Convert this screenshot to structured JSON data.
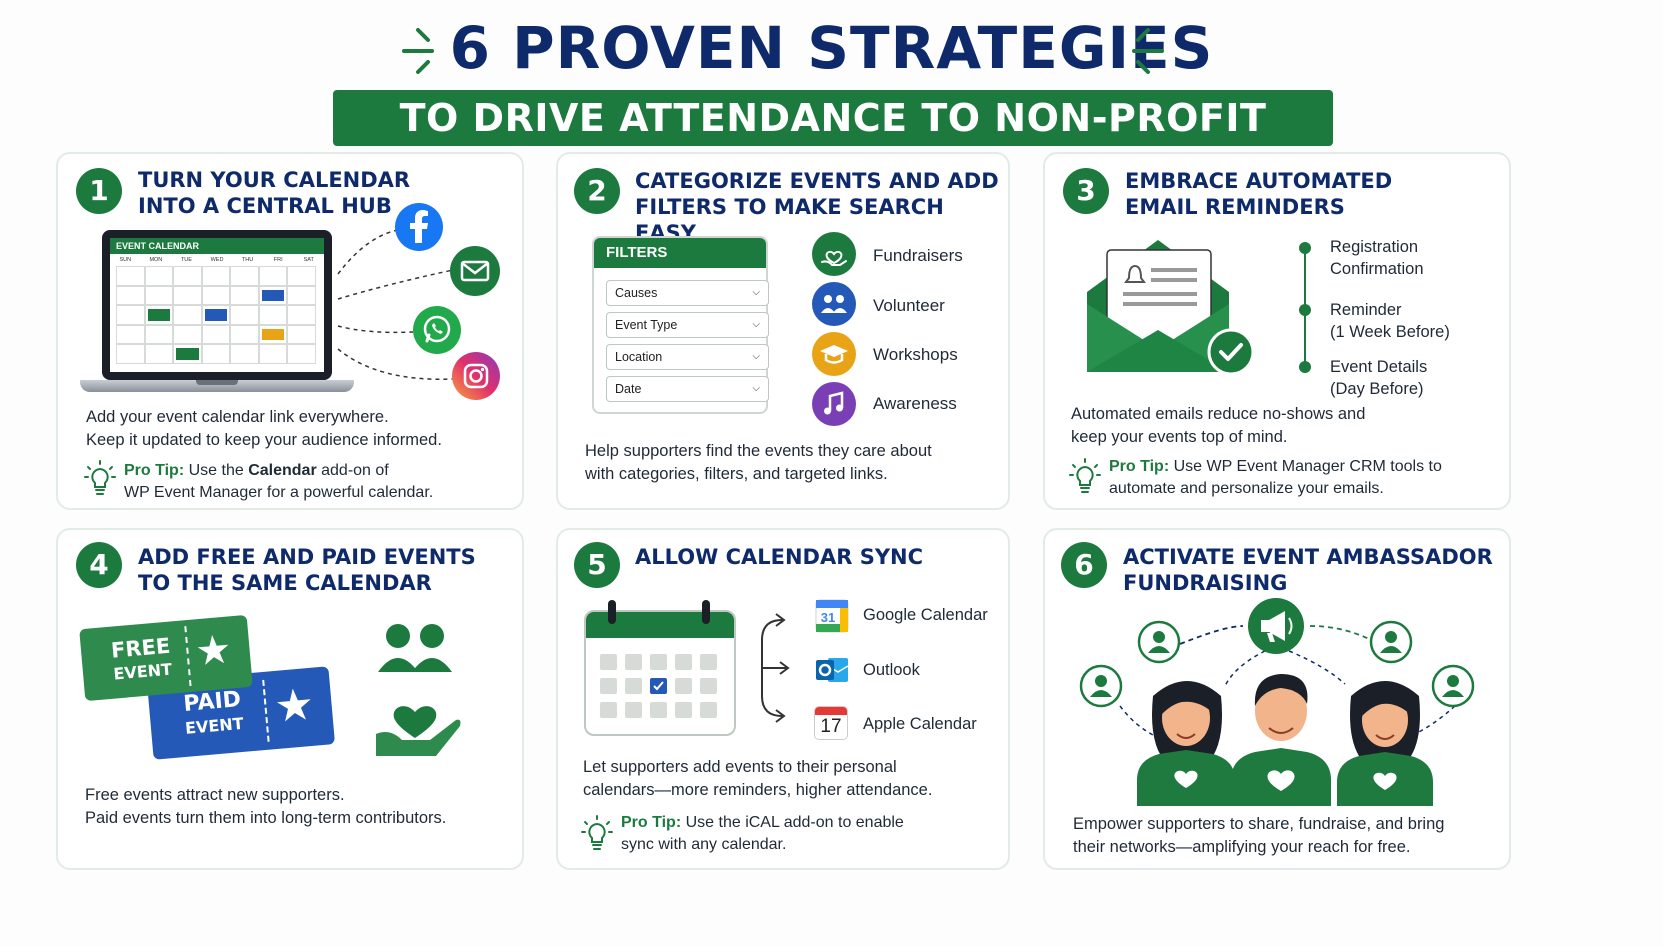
{
  "header": {
    "title": "6 PROVEN STRATEGIES",
    "subtitle": "TO DRIVE ATTENDANCE TO NON-PROFIT EVENTS"
  },
  "colors": {
    "green": "#1d7a3f",
    "navy": "#0e2a6b",
    "blue": "#2459b8",
    "orange": "#e8a317",
    "purple": "#7b3fb5"
  },
  "cards": [
    {
      "number": "1",
      "title_line1": "TURN YOUR CALENDAR",
      "title_line2": "INTO A CENTRAL HUB",
      "laptop_label": "EVENT CALENDAR",
      "weekdays": [
        "SUN",
        "MON",
        "TUE",
        "WED",
        "THU",
        "FRI",
        "SAT"
      ],
      "social_icons": [
        "facebook-icon",
        "email-icon",
        "whatsapp-icon",
        "instagram-icon"
      ],
      "body_line1": "Add your event calendar link everywhere.",
      "body_line2": "Keep it updated to keep your audience informed.",
      "tip_label": "Pro Tip:",
      "tip_pre": "Use the",
      "tip_bold": "Calendar",
      "tip_post": "add-on of",
      "tip_line2": "WP Event Manager for a powerful calendar."
    },
    {
      "number": "2",
      "title_line1": "CATEGORIZE EVENTS AND ADD",
      "title_line2": "FILTERS TO MAKE SEARCH EASY",
      "filters_title": "FILTERS",
      "filters": [
        "Causes",
        "Event Type",
        "Location",
        "Date"
      ],
      "categories": [
        "Fundraisers",
        "Volunteer",
        "Workshops",
        "Awareness"
      ],
      "body_line1": "Help supporters find the events they care about",
      "body_line2": "with categories, filters, and targeted links."
    },
    {
      "number": "3",
      "title_line1": "EMBRACE AUTOMATED",
      "title_line2": "EMAIL REMINDERS",
      "steps": [
        {
          "line1": "Registration",
          "line2": "Confirmation"
        },
        {
          "line1": "Reminder",
          "line2": "(1 Week Before)"
        },
        {
          "line1": "Event Details",
          "line2": "(Day Before)"
        }
      ],
      "body_line1": "Automated emails reduce no-shows and",
      "body_line2": "keep your events top of mind.",
      "tip_label": "Pro Tip:",
      "tip_line1": "Use WP Event Manager CRM tools to",
      "tip_line2": "automate and personalize your emails."
    },
    {
      "number": "4",
      "title_line1": "ADD FREE AND PAID EVENTS",
      "title_line2": "TO THE SAME CALENDAR",
      "ticket_free_1": "FREE",
      "ticket_free_2": "EVENT",
      "ticket_paid_1": "PAID",
      "ticket_paid_2": "EVENT",
      "body_line1": "Free events attract new supporters.",
      "body_line2": "Paid events turn them into long-term contributors."
    },
    {
      "number": "5",
      "title_line1": "ALLOW CALENDAR SYNC",
      "calendars": [
        "Google Calendar",
        "Outlook",
        "Apple Calendar"
      ],
      "apple_date": "17",
      "body_line1": "Let supporters add events to their personal",
      "body_line2": "calendars—more reminders, higher attendance.",
      "tip_label": "Pro Tip:",
      "tip_line1": "Use the iCAL add-on to enable",
      "tip_line2": "sync with any calendar."
    },
    {
      "number": "6",
      "title_line1": "ACTIVATE EVENT AMBASSADOR",
      "title_line2": "FUNDRAISING",
      "body_line1": "Empower supporters to share, fundraise, and bring",
      "body_line2": "their networks—amplifying your reach for free."
    }
  ]
}
